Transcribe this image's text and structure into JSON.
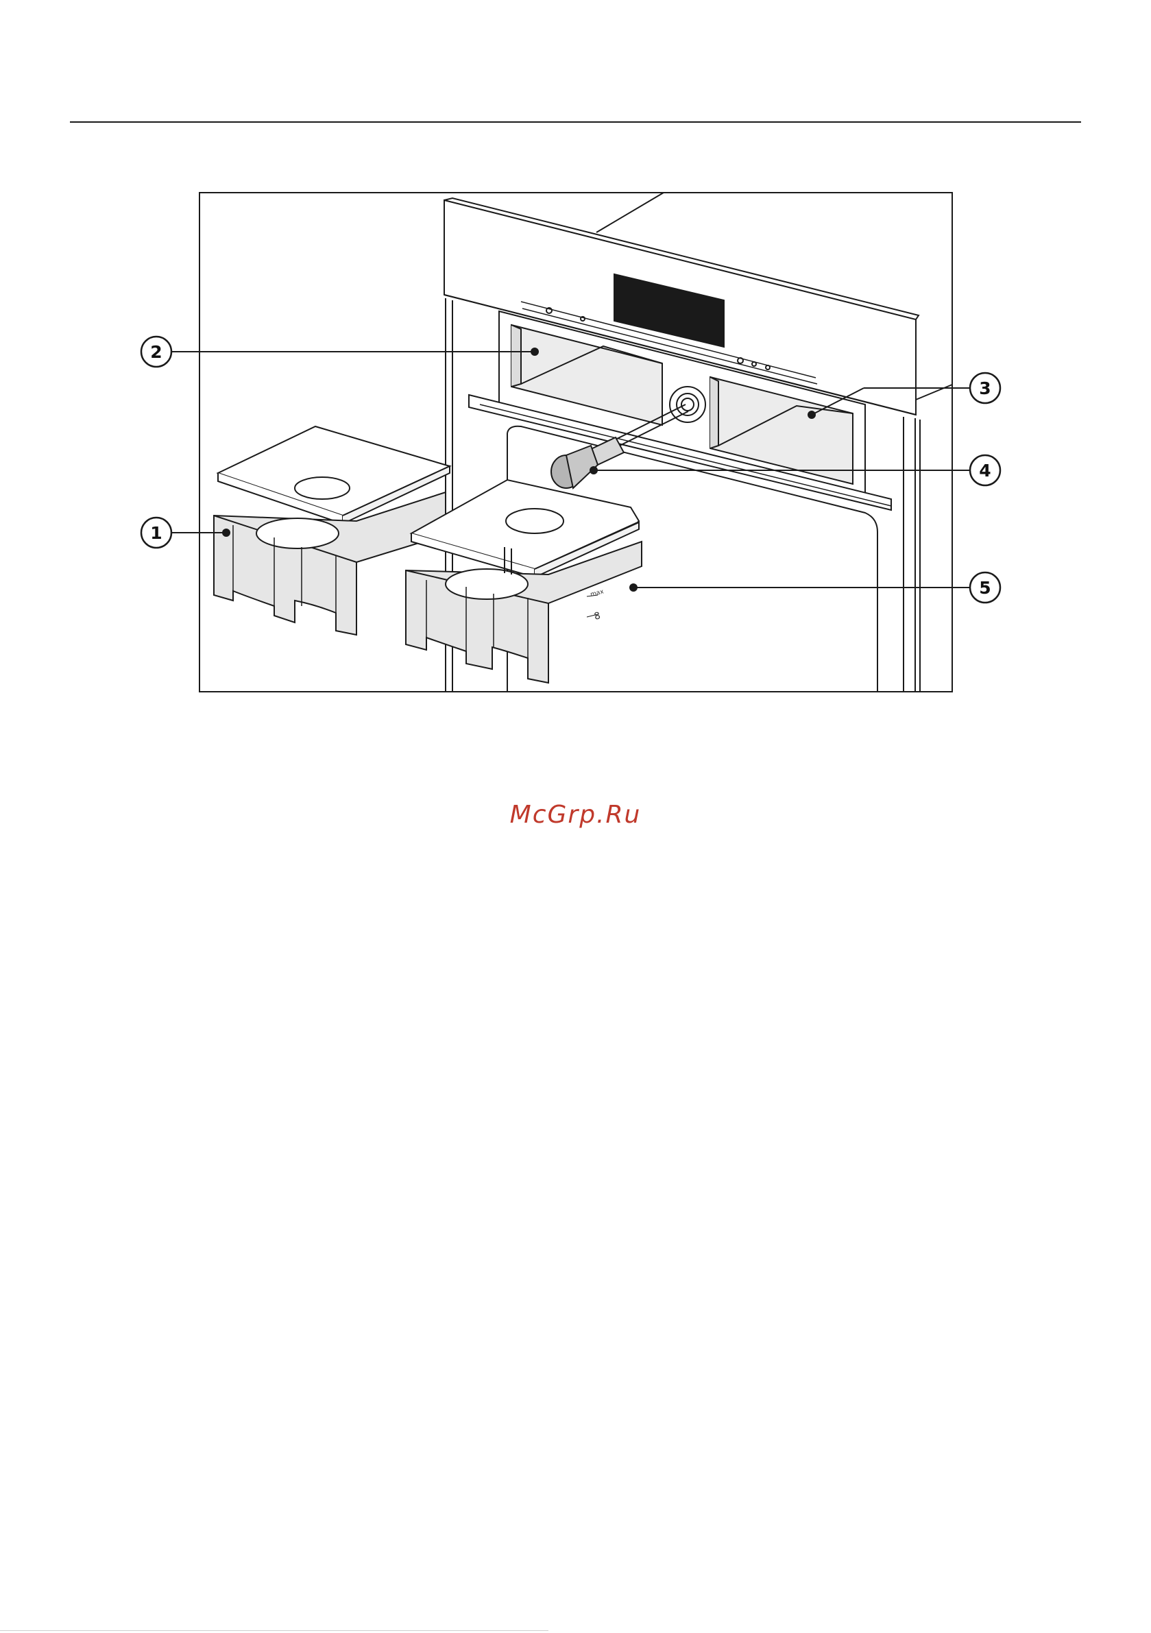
{
  "figure": {
    "callouts": [
      {
        "id": "1",
        "label": "1",
        "part": "left-container"
      },
      {
        "id": "2",
        "label": "2",
        "part": "left-compartment"
      },
      {
        "id": "3",
        "label": "3",
        "part": "right-compartment"
      },
      {
        "id": "4",
        "label": "4",
        "part": "drain-plug"
      },
      {
        "id": "5",
        "label": "5",
        "part": "right-container"
      }
    ],
    "tank_marking_max": "max",
    "tank_marking_level": "—",
    "tank_marking_level2": "8"
  },
  "watermark": {
    "text": "McGrp.Ru",
    "color": "#c0392b"
  }
}
